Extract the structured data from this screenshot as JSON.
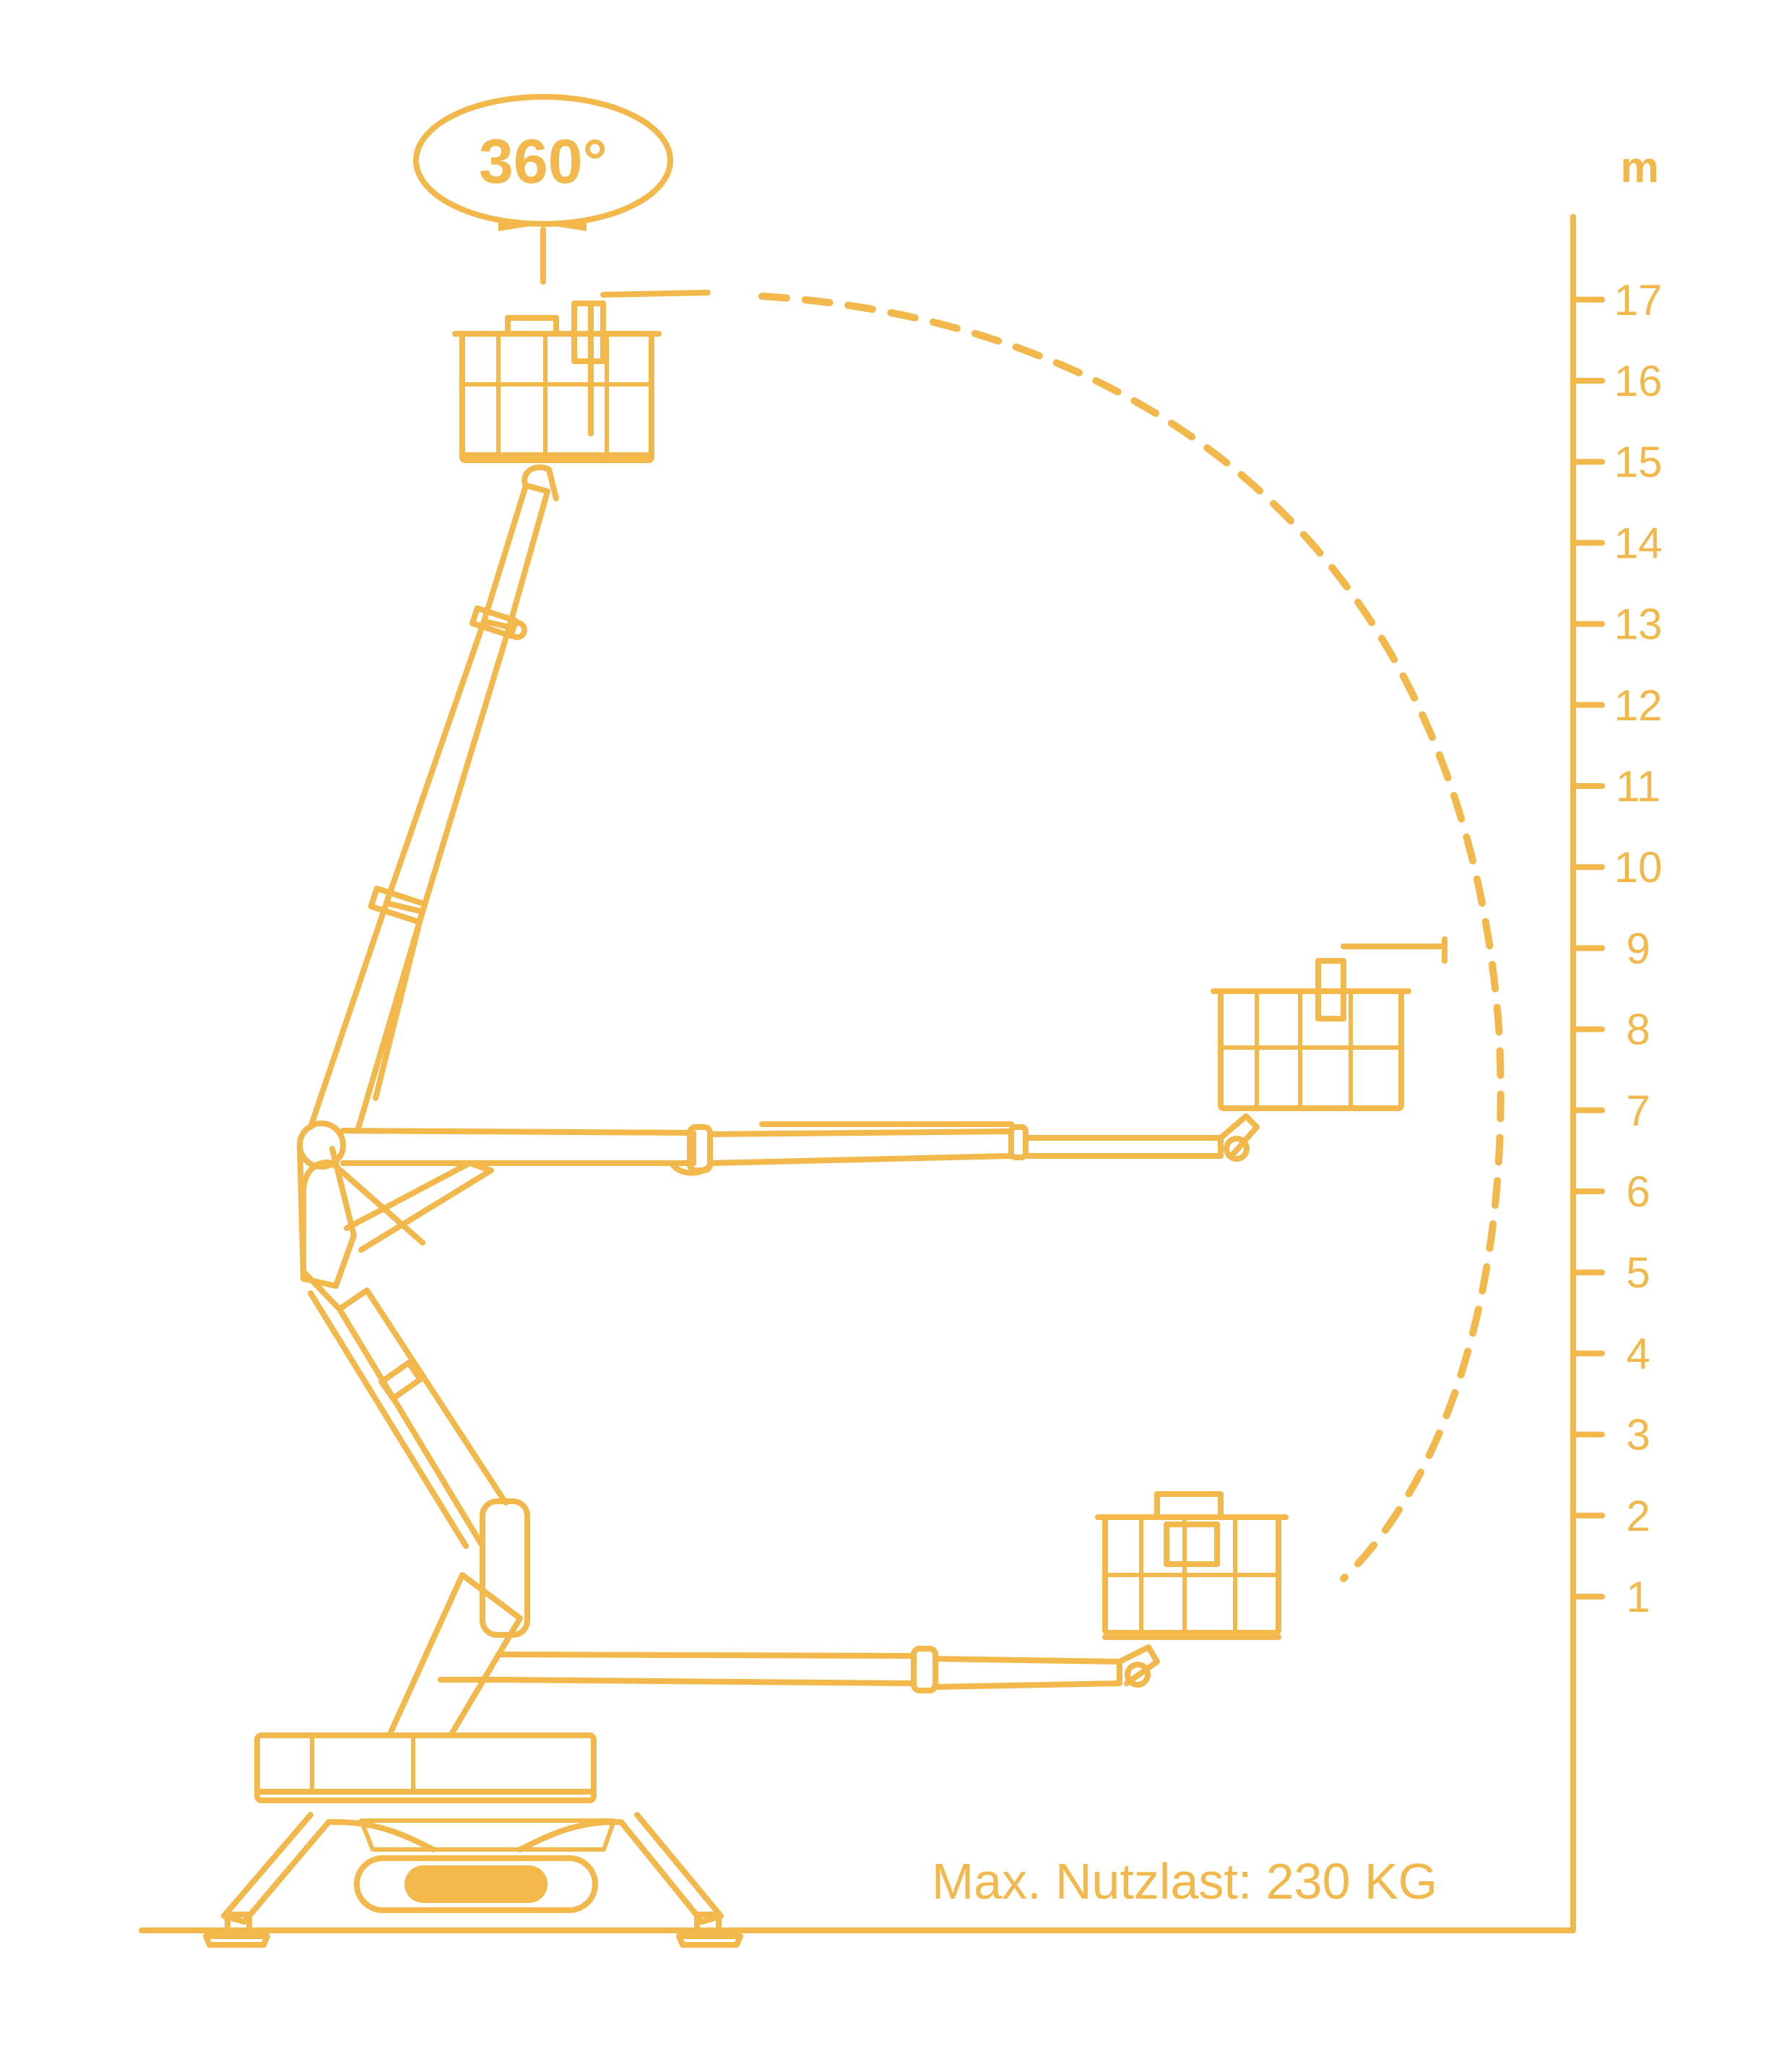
{
  "rotation": {
    "label": "360°"
  },
  "scale": {
    "unit": "m",
    "ticks": [
      "1",
      "2",
      "3",
      "4",
      "5",
      "6",
      "7",
      "8",
      "9",
      "10",
      "11",
      "12",
      "13",
      "14",
      "15",
      "16",
      "17"
    ]
  },
  "load_label": "Max. Nutzlast: 230 KG",
  "colors": {
    "line": "#F2B84B",
    "background": "#ffffff"
  }
}
